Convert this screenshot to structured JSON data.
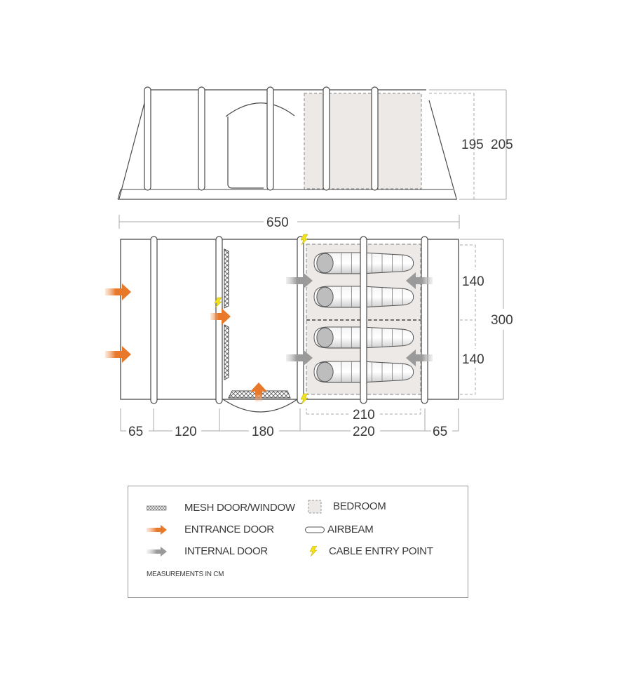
{
  "diagram": {
    "type": "tent-floor-plan",
    "side_view": {
      "height_labels": {
        "inner": "195",
        "outer": "205"
      }
    },
    "top_view": {
      "total_length_label": "650",
      "total_width_label": "300",
      "bedroom_width_labels": [
        "140",
        "140"
      ],
      "bedroom_length_label": "210",
      "section_lengths": [
        "65",
        "120",
        "180",
        "220",
        "65"
      ],
      "sleeping_bags": 4
    },
    "colors": {
      "entrance_door": "#e8782a",
      "internal_door": "#9a9a9a",
      "cable_entry": "#f2e21c",
      "bedroom_fill": "#ece9e7",
      "line": "#4a4a4a"
    }
  },
  "legend": {
    "items": [
      {
        "icon": "mesh-icon",
        "label": "MESH DOOR/WINDOW"
      },
      {
        "icon": "entrance-arrow-icon",
        "label": "ENTRANCE DOOR"
      },
      {
        "icon": "internal-arrow-icon",
        "label": "INTERNAL DOOR"
      },
      {
        "icon": "bedroom-icon",
        "label": "BEDROOM"
      },
      {
        "icon": "airbeam-icon",
        "label": "AIRBEAM"
      },
      {
        "icon": "cable-entry-icon",
        "label": "CABLE ENTRY POINT"
      }
    ],
    "note": "MEASUREMENTS IN CM"
  }
}
